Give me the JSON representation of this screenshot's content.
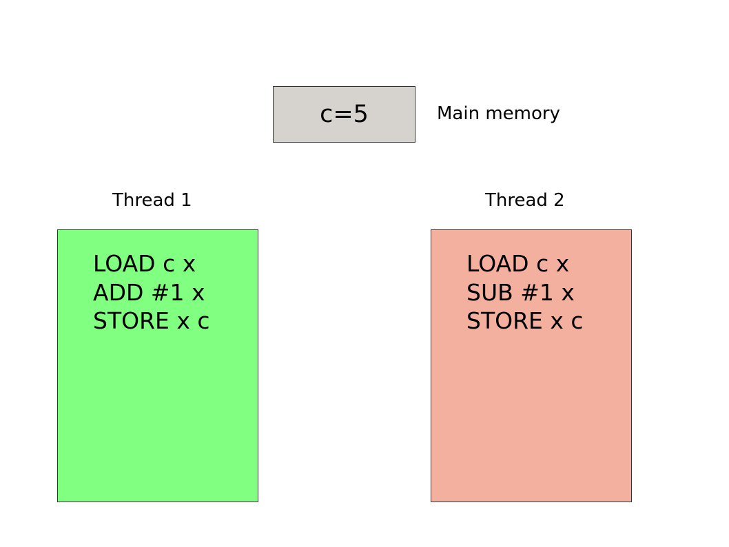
{
  "memory": {
    "value": "c=5",
    "label": "Main memory",
    "fill": "#d6d3ce"
  },
  "threads": [
    {
      "label": "Thread 1",
      "fill": "#80ff80",
      "instructions": [
        "LOAD c x",
        "ADD #1 x",
        "STORE x c"
      ]
    },
    {
      "label": "Thread 2",
      "fill": "#f4b09e",
      "instructions": [
        "LOAD c x",
        "SUB #1 x",
        "STORE x c"
      ]
    }
  ]
}
